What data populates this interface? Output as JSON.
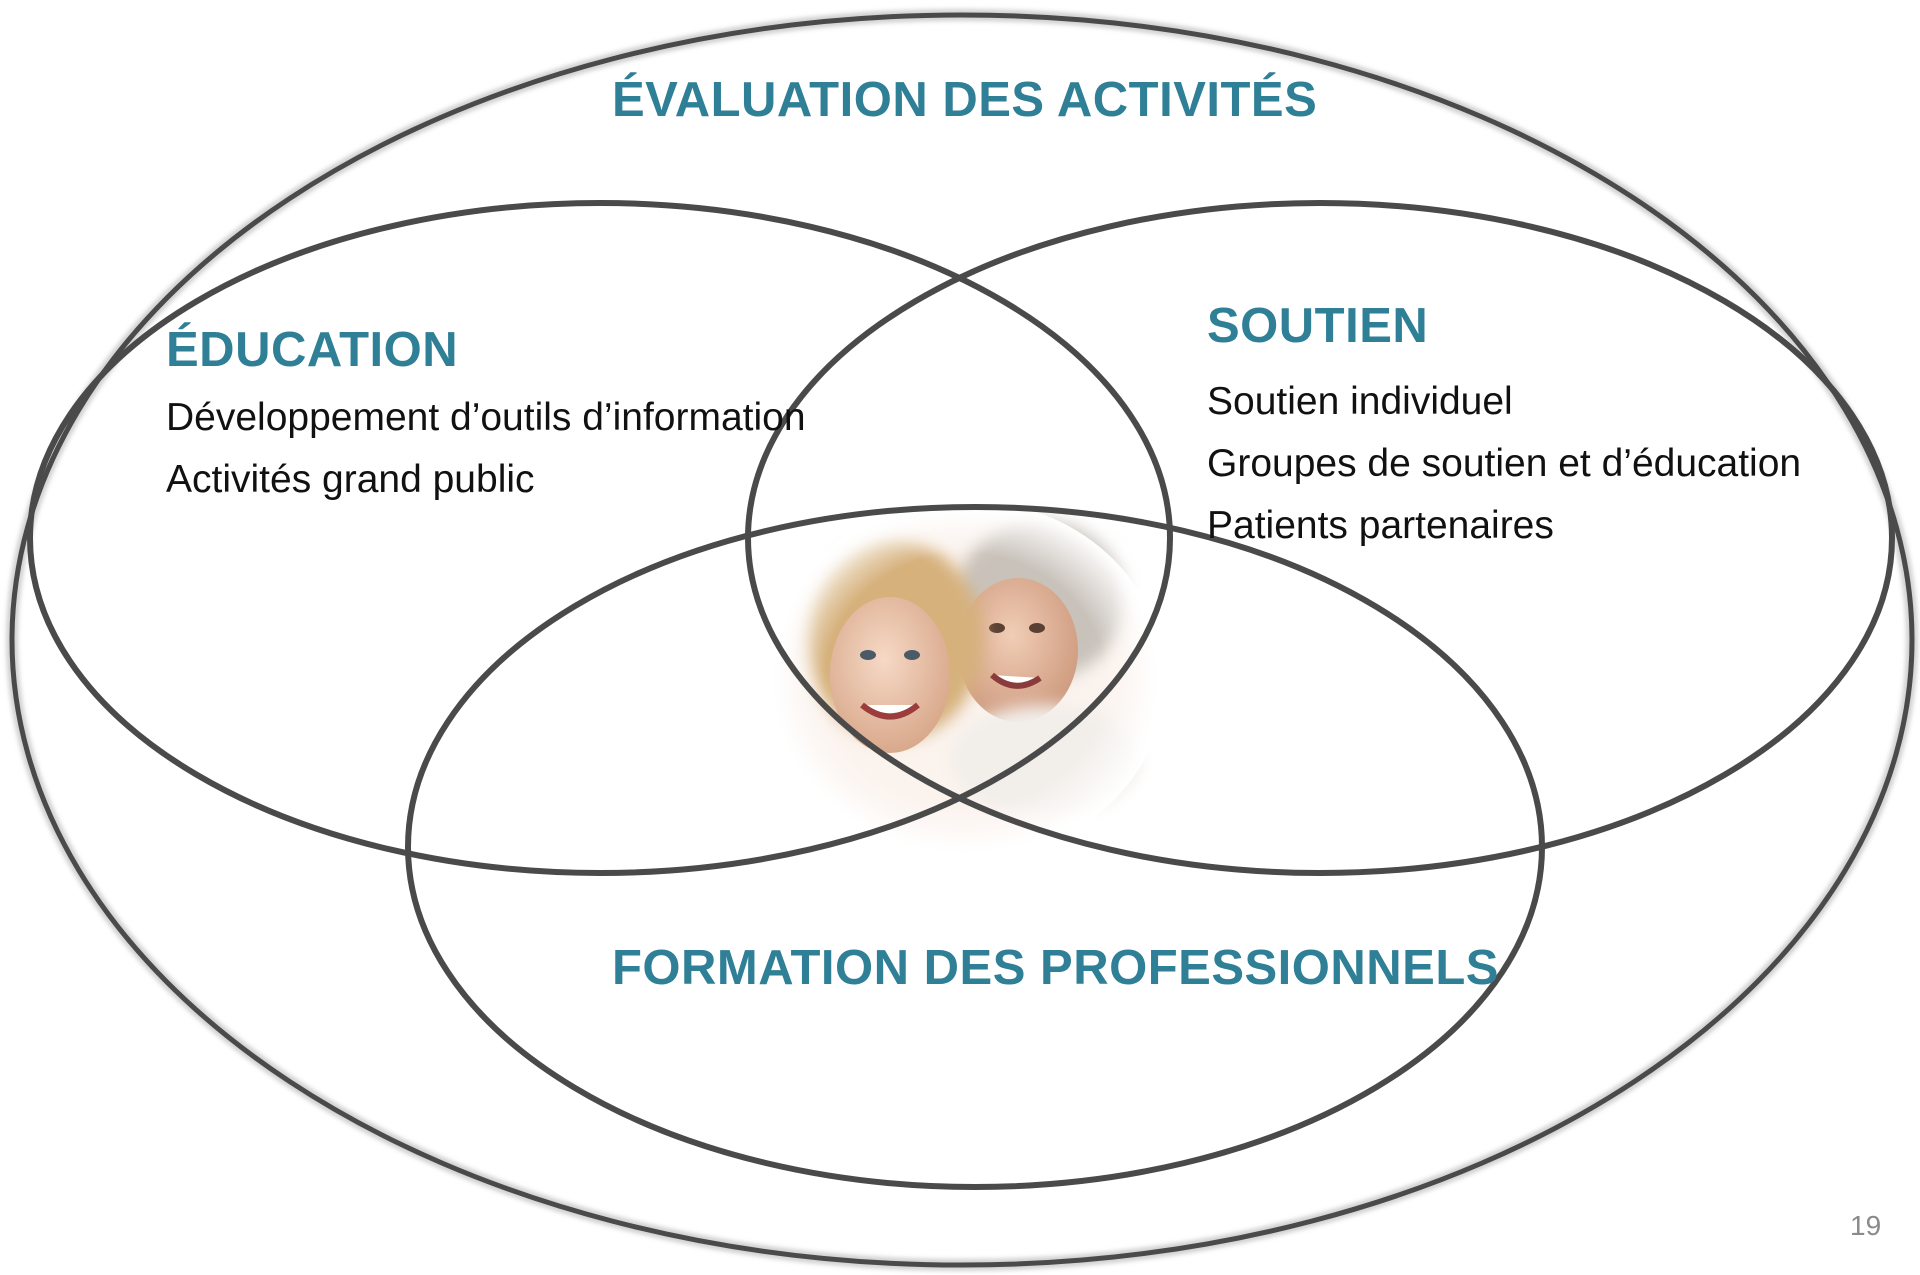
{
  "slide": {
    "page_number": "19",
    "accent_color": "#2f7f96",
    "outline_color": "#4a4a4a"
  },
  "outer": {
    "title": "ÉVALUATION DES ACTIVITÉS"
  },
  "education": {
    "title": "ÉDUCATION",
    "items": [
      "Développement d’outils d’information",
      "Activités grand public"
    ]
  },
  "soutien": {
    "title": "SOUTIEN",
    "items": [
      "Soutien individuel",
      "Groupes de soutien et d’éducation",
      "Patients partenaires"
    ]
  },
  "formation": {
    "title": "FORMATION DES PROFESSIONNELS"
  },
  "center_image": {
    "subject": "two smiling women, younger and older, faces side by side"
  }
}
